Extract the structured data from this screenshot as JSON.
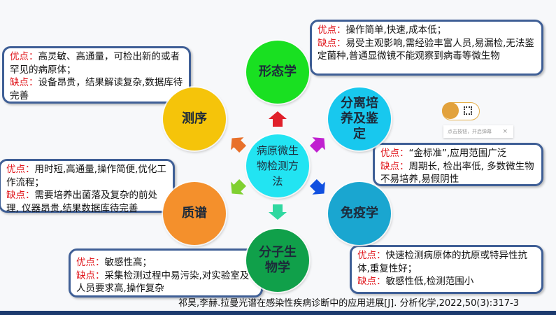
{
  "center": {
    "label": "病原微生物检测方法"
  },
  "methods": [
    {
      "name": "形态学",
      "color": "#19e021"
    },
    {
      "name": "测序",
      "color": "#f5c40a"
    },
    {
      "name": "分离培养及鉴定",
      "color": "#18c8ee"
    },
    {
      "name": "质谱",
      "color": "#f4902c"
    },
    {
      "name": "免疫学",
      "color": "#1aa6d0"
    },
    {
      "name": "分子生物学",
      "color": "#10a04a"
    }
  ],
  "labels": {
    "pro": "优点：",
    "con": "缺点："
  },
  "boxes": {
    "morphology": {
      "pro": "操作简单,快速,成本低；",
      "con": "易受主观影响,需经验丰富人员,易漏检,无法鉴定菌种,普通显微镜不能观察到病毒等微生物"
    },
    "sequencing": {
      "pro": "高灵敏、高通量，可检出新的或者罕见的病原体；",
      "con": "设备昂贵，结果解读复杂,数据库待完善"
    },
    "culture": {
      "pro": "“金标准”,应用范围广泛",
      "con": "周期长, 检出率低, 多数微生物不易培养,易假阴性"
    },
    "mass_spec": {
      "pro": "用时短,高通量,操作简便,优化工作流程；",
      "con": "需要培养出菌落及复杂的前处理, 仪器昂贵,结果数据库待完善"
    },
    "immunology": {
      "pro": "快速检测病原体的抗原或特异性抗体,重复性好；",
      "con": "敏感性低,检测范围小"
    },
    "molecular": {
      "pro": "敏感性高；",
      "con": "采集检测过程中易污染,对实验室及人员要求高,操作复杂"
    }
  },
  "citation": "祁昊,李赫.拉曼光谱在感染性疾病诊断中的应用进展[J]. 分析化学,2022,50(3):317-3",
  "widget": {
    "toast": "点击按钮，开启弹幕",
    "close": "×"
  },
  "arrow_colors": {
    "up": "#e0202a",
    "up_left": "#e8702a",
    "up_right": "#c020d0",
    "down_left": "#80d030",
    "down_right": "#1050e0",
    "down": "#30d8a0"
  }
}
